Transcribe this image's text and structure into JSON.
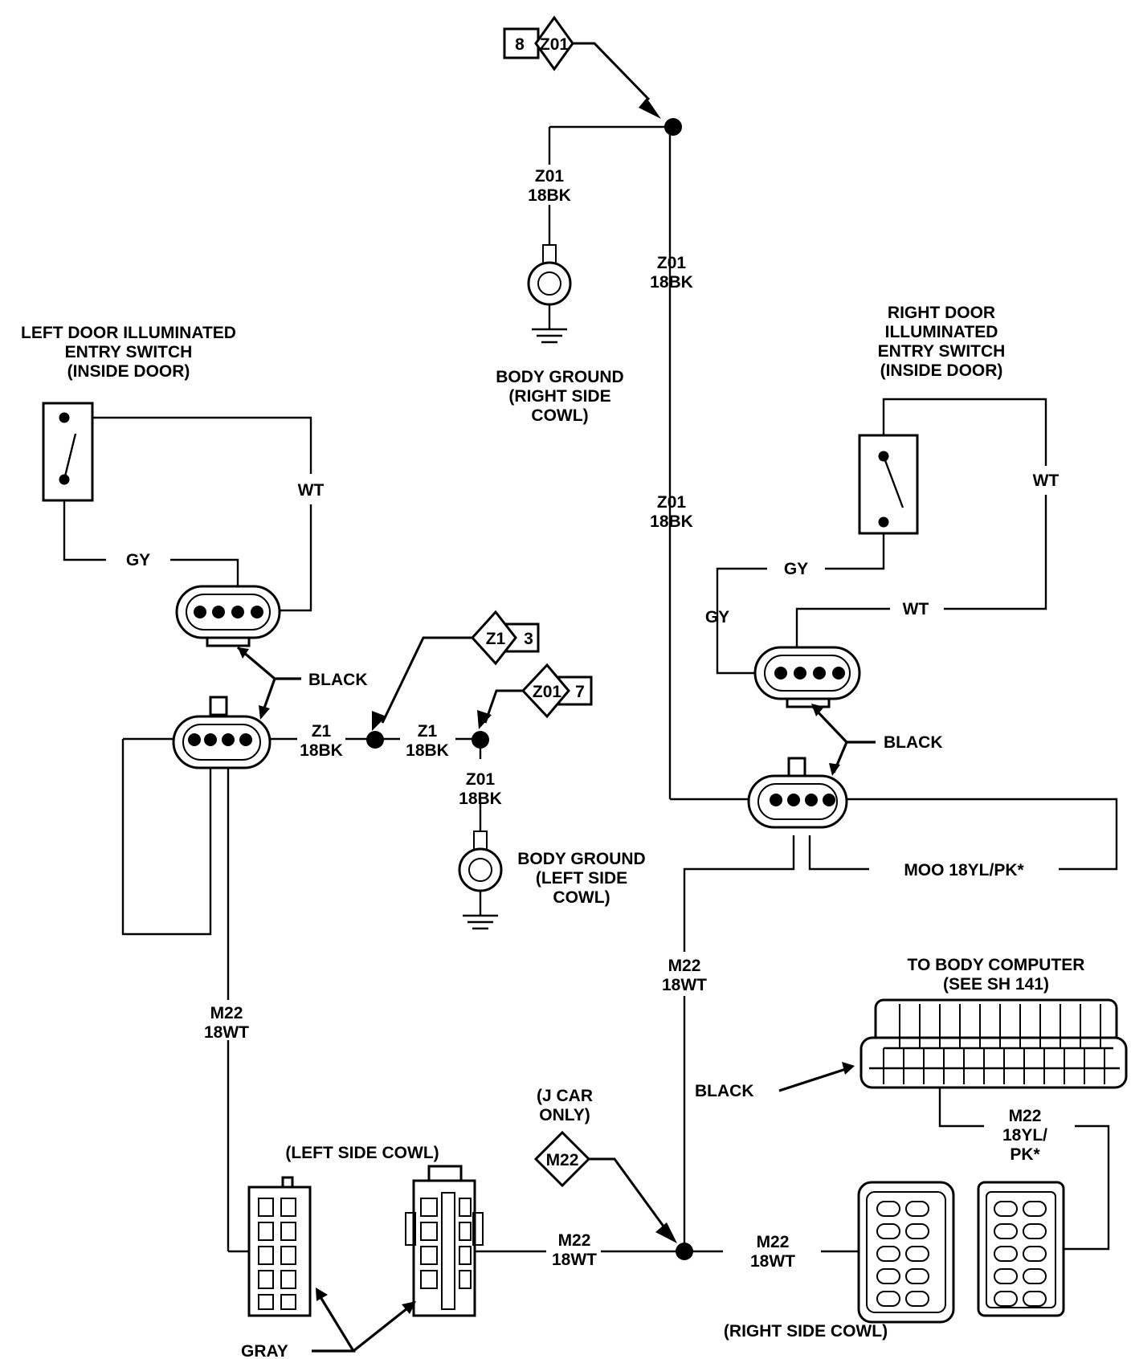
{
  "labels": {
    "left_switch": [
      "LEFT DOOR ILLUMINATED",
      "ENTRY SWITCH",
      "(INSIDE DOOR)"
    ],
    "right_switch": [
      "RIGHT DOOR",
      "ILLUMINATED",
      "ENTRY SWITCH",
      "(INSIDE DOOR)"
    ],
    "body_ground_right": [
      "BODY GROUND",
      "(RIGHT SIDE",
      "COWL)"
    ],
    "body_ground_left": [
      "BODY GROUND",
      "(LEFT SIDE",
      "COWL)"
    ],
    "to_body_computer": [
      "TO BODY COMPUTER",
      "(SEE SH 141)"
    ],
    "left_side_cowl": "(LEFT SIDE COWL)",
    "right_side_cowl": "(RIGHT SIDE COWL)",
    "j_car_only": [
      "(J CAR",
      "ONLY)"
    ]
  },
  "refs": {
    "top": {
      "page": "8",
      "circuit": "Z01"
    },
    "z1": {
      "circuit": "Z1",
      "page": "3"
    },
    "z01": {
      "circuit": "Z01",
      "page": "7"
    },
    "m22": {
      "circuit": "M22"
    }
  },
  "wires": {
    "z01_18bk": [
      "Z01",
      "18BK"
    ],
    "z1_18bk": [
      "Z1",
      "18BK"
    ],
    "m22_18wt": [
      "M22",
      "18WT"
    ],
    "moo": "MOO  18YL/PK*",
    "m22_yl_pk": [
      "M22",
      "18YL/",
      "PK*"
    ]
  },
  "colors": {
    "wt": "WT",
    "gy": "GY",
    "black": "BLACK",
    "gray": "GRAY"
  }
}
